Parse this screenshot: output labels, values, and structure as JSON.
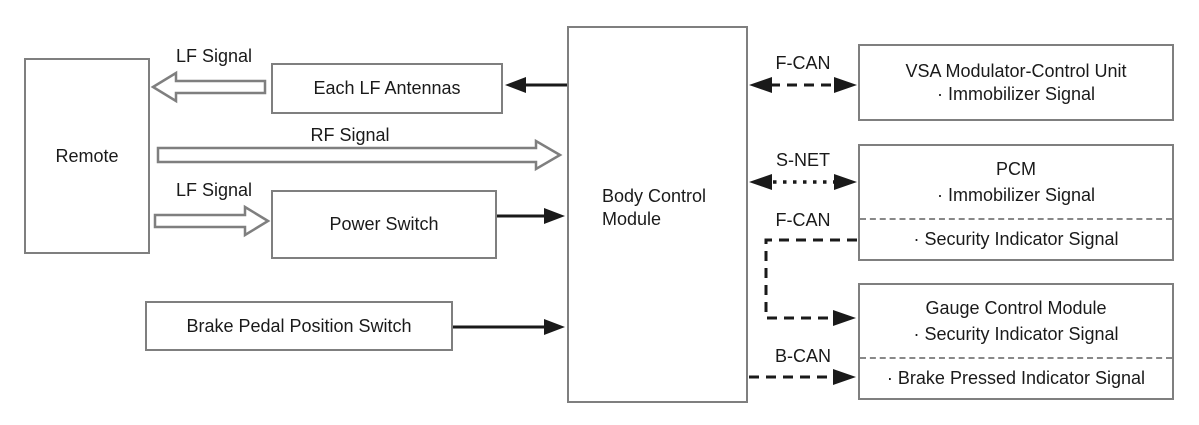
{
  "diagram": {
    "title_hint": "Immobilizer system block diagram",
    "boxes": {
      "remote": {
        "label": "Remote"
      },
      "lf_antennas": {
        "label": "Each LF Antennas"
      },
      "power_switch": {
        "label": "Power Switch"
      },
      "brake_pedal": {
        "label": "Brake Pedal Position Switch"
      },
      "bcm": {
        "label": "Body Control Module"
      },
      "vsa": {
        "title": "VSA Modulator-Control Unit",
        "item": "· Immobilizer Signal"
      },
      "pcm": {
        "title": "PCM",
        "item_top": "· Immobilizer Signal",
        "item_bottom": "· Security Indicator Signal"
      },
      "gauge": {
        "title": "Gauge Control Module",
        "item_top": "· Security Indicator Signal",
        "item_bottom": "· Brake Pressed Indicator Signal"
      }
    },
    "signals": {
      "lf_top": "LF Signal",
      "rf": "RF Signal",
      "lf_bottom": "LF Signal",
      "fcan_top": "F-CAN",
      "snet": "S-NET",
      "fcan_mid": "F-CAN",
      "bcan": "B-CAN"
    },
    "colors": {
      "line_black": "#1a1a1a",
      "box_border_gray": "#7f7f7f",
      "divider_gray": "#888888",
      "background": "#ffffff"
    }
  }
}
